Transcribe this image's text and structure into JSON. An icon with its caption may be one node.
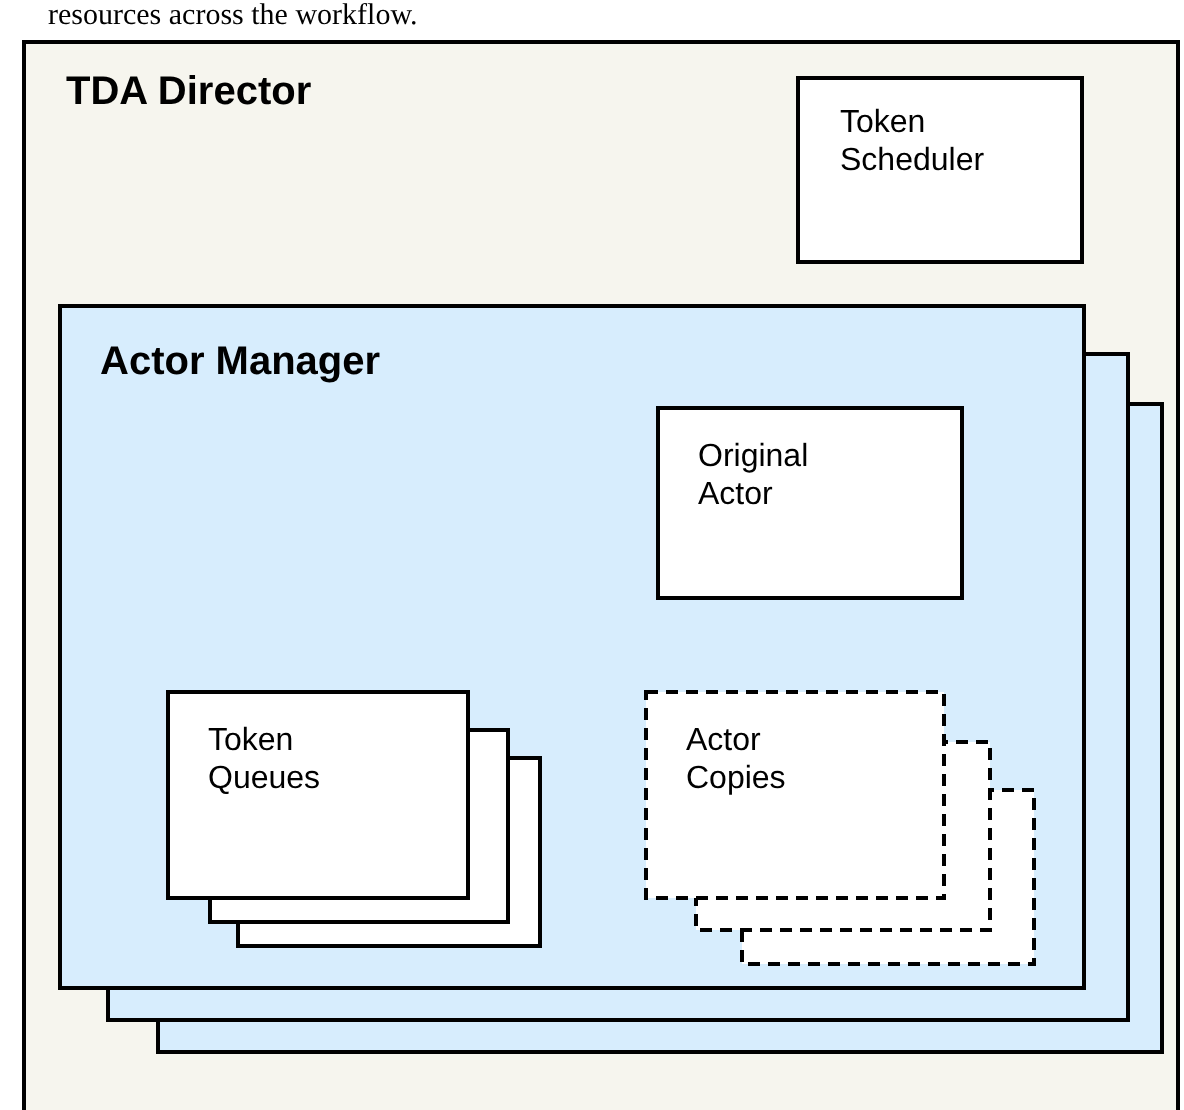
{
  "diagram": {
    "nodes": [
      {
        "text": [
          "TDA Director"
        ]
      },
      {
        "text": [
          "Token Scheduler"
        ],
        "in": 0
      },
      {
        "text": [
          "Actor Manager"
        ],
        "in": 0
      },
      {
        "text": [
          "Original Actor"
        ],
        "in": 2
      },
      {
        "text": [
          "Token Queues"
        ],
        "in": 2
      },
      {
        "text": [
          "Actor Copies"
        ],
        "in": 2
      }
    ],
    "labels": [
      "resources across the workflow."
    ]
  }
}
